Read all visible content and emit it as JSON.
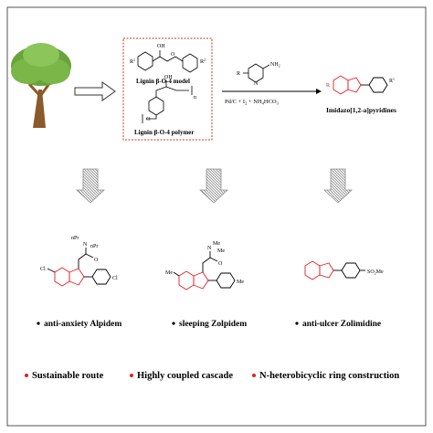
{
  "colors": {
    "red_ring": "#e31e24",
    "bullet_red": "#e31e24",
    "dashed_box": "#c0392b",
    "tree_green": "#7ab648",
    "trunk_brown": "#8b5a2b",
    "arrow_gray": "#8c8c8c"
  },
  "box": {
    "model_caption": "Lignin β-O-4 model",
    "polymer_caption": "Lignin β-O-4 polymer",
    "oh1": "OH",
    "oh2": "OH",
    "r1": "R",
    "r2": "R",
    "n_sub": "n"
  },
  "reaction": {
    "reagent_nh2": "NH",
    "reagent_r": "R",
    "conditions_prefix": "Pd/C  +  I",
    "conditions_mid": "  +  NH",
    "conditions_suffix": "HCO"
  },
  "product": {
    "label": "Imidazo[1,2-a]pyridines",
    "r": "R"
  },
  "drugs": [
    {
      "name": "anti-anxiety Alpidem",
      "sub1": "nPr",
      "sub2": "nPr",
      "n": "N",
      "o": "O",
      "cl1": "Cl",
      "cl2": "Cl"
    },
    {
      "name": "sleeping Zolpidem",
      "sub1": "Me",
      "sub2": "Me",
      "n": "N",
      "o": "O",
      "me1": "Me",
      "me2": "Me"
    },
    {
      "name": "anti-ulcer Zolimidine",
      "sub": "SO2Me"
    }
  ],
  "highlights": [
    "Sustainable route",
    "Highly coupled cascade",
    "N-heterobicyclic ring construction"
  ]
}
